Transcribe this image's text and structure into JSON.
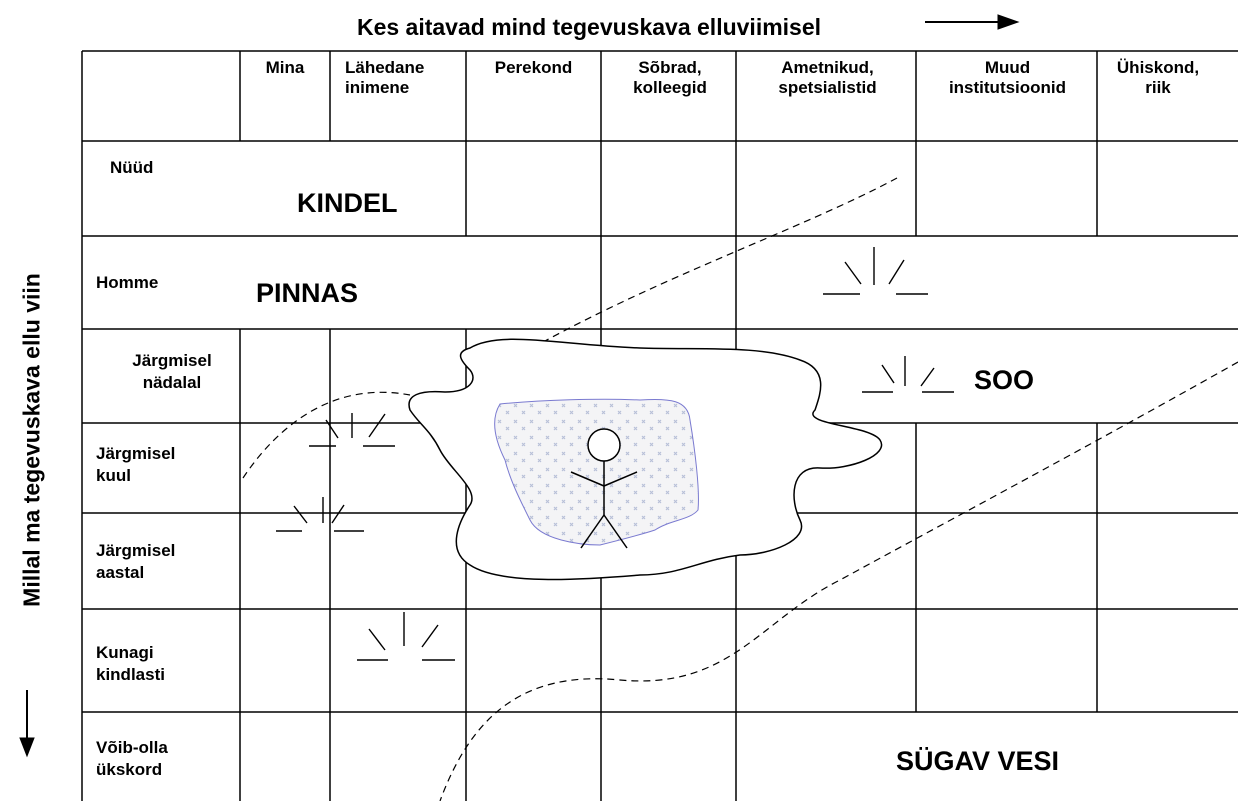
{
  "title": "Kes aitavad mind tegevuskava elluviimisel",
  "side_label": "Millal ma tegevuskava ellu viin",
  "columns": [
    "Mina",
    "Lähedane inimene",
    "Perekond",
    "Sõbrad, kolleegid",
    "Ametnikud, spetsialistid",
    "Muud institutsioonid",
    "Ühiskond, riik"
  ],
  "rows": [
    "Nüüd",
    "Homme",
    "Järgmisel nädalal",
    "Järgmisel kuul",
    "Järgmisel aastal",
    "Kunagi kindlasti",
    "Võib-olla ükskord"
  ],
  "zones": {
    "kindel": "KINDEL",
    "pinnas": "PINNAS",
    "soo": "SOO",
    "sugav_vesi": "SÜGAV VESI"
  },
  "colors": {
    "line": "#000000",
    "pattern": "#b8c0d8",
    "pattern_border": "#7a7ad0"
  }
}
